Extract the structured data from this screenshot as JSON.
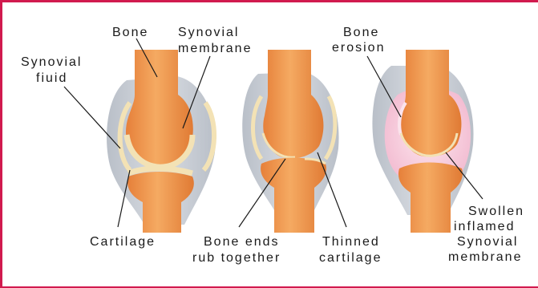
{
  "labels": {
    "bone": "Bone",
    "synovial_membrane_1": "Synovial",
    "synovial_membrane_2": "membrane",
    "synovial_fluid_1": "Synovial",
    "synovial_fluid_2": "fiuid",
    "cartilage": "Cartilage",
    "bone_ends_1": "Bone ends",
    "bone_ends_2": "rub together",
    "thinned_1": "Thinned",
    "thinned_2": "cartilage",
    "erosion_1": "Bone",
    "erosion_2": "erosion",
    "swollen_1": "Swollen",
    "swollen_2": "inflamed",
    "swollen_3": "Synovial",
    "swollen_4": "membrane"
  },
  "colors": {
    "frame_border": "#d11a4e",
    "bone": "#f29a4d",
    "cartilage": "#f3e2b5",
    "capsule": "#c9ced6",
    "inflamed": "#f5c7d8"
  }
}
